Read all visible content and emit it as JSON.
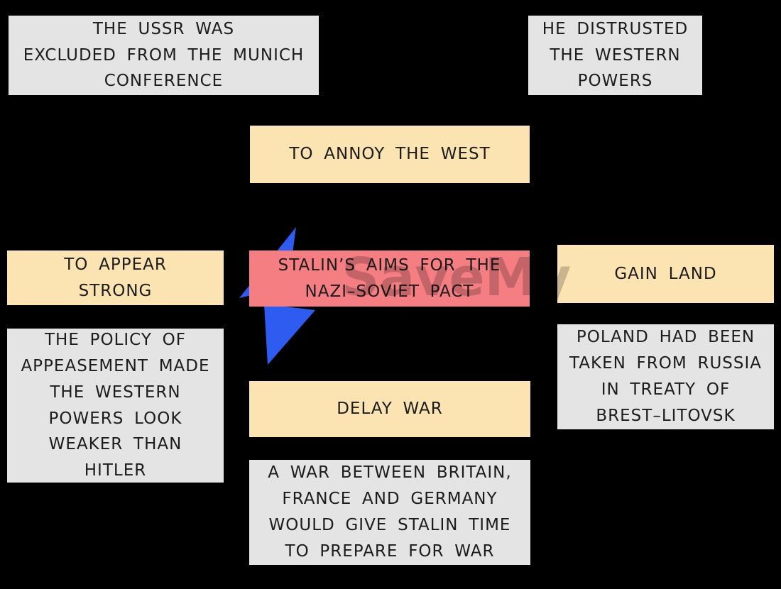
{
  "watermark": {
    "text": "SaveMy"
  },
  "colors": {
    "background": "#000000",
    "detail_box": "#e4e4e4",
    "aim_box": "#fbe3b2",
    "central_box": "#f47e82",
    "bolt_blue": "#2e5bf0",
    "text": "#1c1c1c"
  },
  "diagram": {
    "central": {
      "label": "STALIN’S AIMS FOR THE\nNAZI–SOVIET PACT"
    },
    "aims": {
      "annoy": {
        "label": "TO ANNOY THE WEST"
      },
      "appear": {
        "label": "TO APPEAR\nSTRONG"
      },
      "gain": {
        "label": "GAIN LAND"
      },
      "delay": {
        "label": "DELAY WAR"
      }
    },
    "details": {
      "munich": {
        "label": "THE USSR WAS\nEXCLUDED FROM THE MUNICH\nCONFERENCE"
      },
      "distrust": {
        "label": "HE DISTRUSTED\nTHE WESTERN\nPOWERS"
      },
      "appeasement": {
        "label": "THE POLICY OF\nAPPEASEMENT MADE\nTHE WESTERN\nPOWERS LOOK\nWEAKER THAN\nHITLER"
      },
      "poland": {
        "label": "POLAND HAD BEEN\nTAKEN FROM RUSSIA\nIN TREATY OF\nBREST–LITOVSK"
      },
      "prepare": {
        "label": "A WAR BETWEEN BRITAIN,\nFRANCE AND GERMANY\nWOULD GIVE STALIN TIME\nTO PREPARE FOR WAR"
      }
    }
  }
}
